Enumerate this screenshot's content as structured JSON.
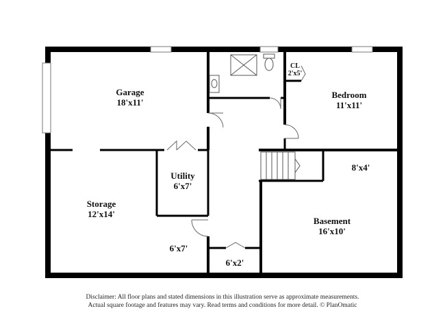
{
  "plan": {
    "rooms": [
      {
        "key": "garage",
        "name": "Garage",
        "dim": "18'x11'"
      },
      {
        "key": "bedroom",
        "name": "Bedroom",
        "dim": "11'x11'"
      },
      {
        "key": "closet",
        "name": "CL",
        "dim": "2'x5'"
      },
      {
        "key": "utility",
        "name": "Utility",
        "dim": "6'x7'"
      },
      {
        "key": "storage",
        "name": "Storage",
        "dim": "12'x14'"
      },
      {
        "key": "basement",
        "name": "Basement",
        "dim": "16'x10'"
      }
    ],
    "areas": [
      {
        "key": "hall",
        "dim": "6'x7'"
      },
      {
        "key": "nook",
        "dim": "8'x4'"
      },
      {
        "key": "alcove",
        "dim": "6'x2'"
      }
    ]
  },
  "disclaimer": {
    "line1": "Disclaimer: All floor plans and stated dimensions in this illustration serve as approximate measurements.",
    "line2": "Actual square footage and features may vary. Read terms and conditions for more detail. © PlanOmatic"
  }
}
